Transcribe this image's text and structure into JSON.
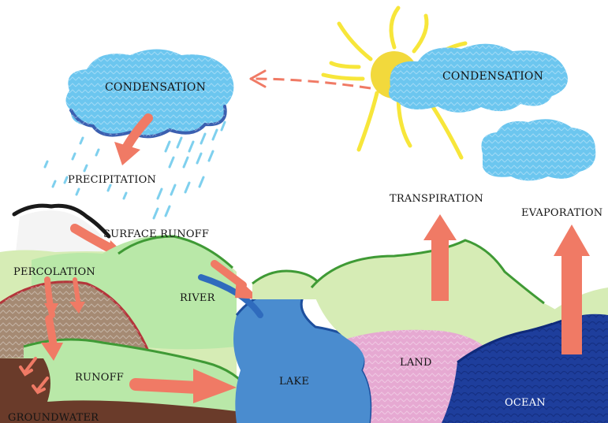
{
  "diagram": {
    "labels": {
      "condensation_left": "CONDENSATION",
      "condensation_right": "CONDENSATION",
      "precipitation": "PRECIPITATION",
      "transpiration": "TRANSPIRATION",
      "evaporation": "EVAPORATION",
      "surface_runoff": "SURFACE RUNOFF",
      "percolation": "PERCOLATION",
      "river": "RIVER",
      "runoff": "RUNOFF",
      "lake": "LAKE",
      "land": "LAND",
      "ocean": "OCEAN",
      "groundwater": "GROUNDWATER"
    },
    "colors": {
      "sky": "#ffffff",
      "cloud": "#6cc6ef",
      "cloud_edge": "#3b5fb0",
      "sun": "#f7e63a",
      "sun_core": "#f2d93c",
      "arrow": "#f07a65",
      "rain": "#7fd0ee",
      "hill_green": "#b9e8a8",
      "hill_outline": "#3f9a35",
      "hill_light": "#d6ecb5",
      "lake": "#4a8ccf",
      "lake_edge": "#1d4f9e",
      "ocean": "#1e3e9c",
      "land_pink": "#e6a9d2",
      "soil_brown": "#a58a73",
      "groundwater": "#6a3b2a",
      "mountain": "#1a1a1a"
    }
  }
}
